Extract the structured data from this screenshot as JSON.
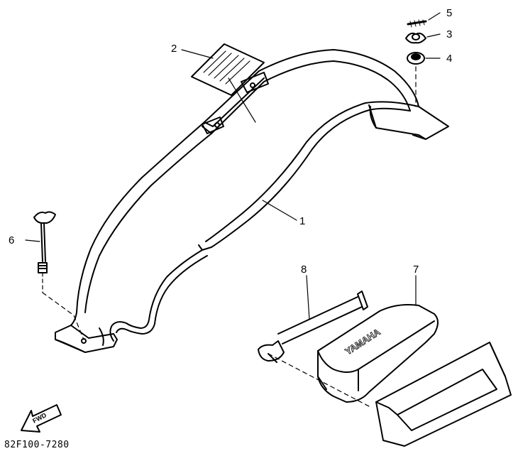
{
  "callouts": {
    "c1": "1",
    "c2": "2",
    "c3": "3",
    "c4": "4",
    "c5": "5",
    "c6": "6",
    "c7": "7",
    "c8": "8"
  },
  "brand_text": "YAMAHA",
  "fwd_text": "FWD",
  "diagram_code": "82F100-7280",
  "colors": {
    "ink": "#000000",
    "paper": "#ffffff"
  }
}
